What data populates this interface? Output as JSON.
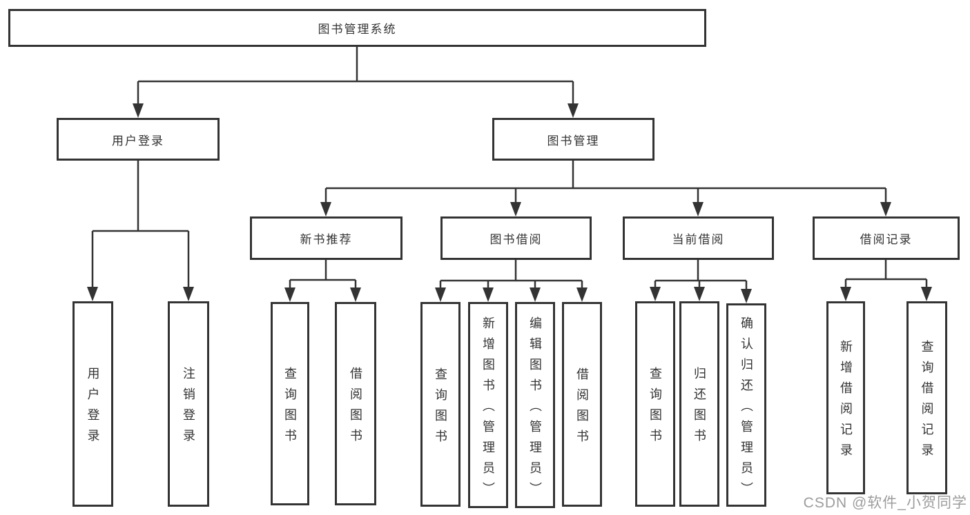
{
  "tree": {
    "label": "图书管理系统",
    "children": [
      {
        "label": "用户登录",
        "children": [
          {
            "label": "用户登录"
          },
          {
            "label": "注销登录"
          }
        ]
      },
      {
        "label": "图书管理",
        "children": [
          {
            "label": "新书推荐",
            "children": [
              {
                "label": "查询图书"
              },
              {
                "label": "借阅图书"
              }
            ]
          },
          {
            "label": "图书借阅",
            "children": [
              {
                "label": "查询图书"
              },
              {
                "label": "新增图书（管理员）"
              },
              {
                "label": "编辑图书（管理员）"
              },
              {
                "label": "借阅图书"
              }
            ]
          },
          {
            "label": "当前借阅",
            "children": [
              {
                "label": "查询图书"
              },
              {
                "label": "归还图书"
              },
              {
                "label": "确认归还（管理员）"
              }
            ]
          },
          {
            "label": "借阅记录",
            "children": [
              {
                "label": "新增借阅记录"
              },
              {
                "label": "查询借阅记录"
              }
            ]
          }
        ]
      }
    ]
  },
  "watermark": {
    "text": "CSDN @软件_小贺同学"
  },
  "colors": {
    "line": "#333333",
    "box_border": "#333333",
    "text": "#333333",
    "background": "#ffffff",
    "watermark": "#9c9c9c"
  }
}
